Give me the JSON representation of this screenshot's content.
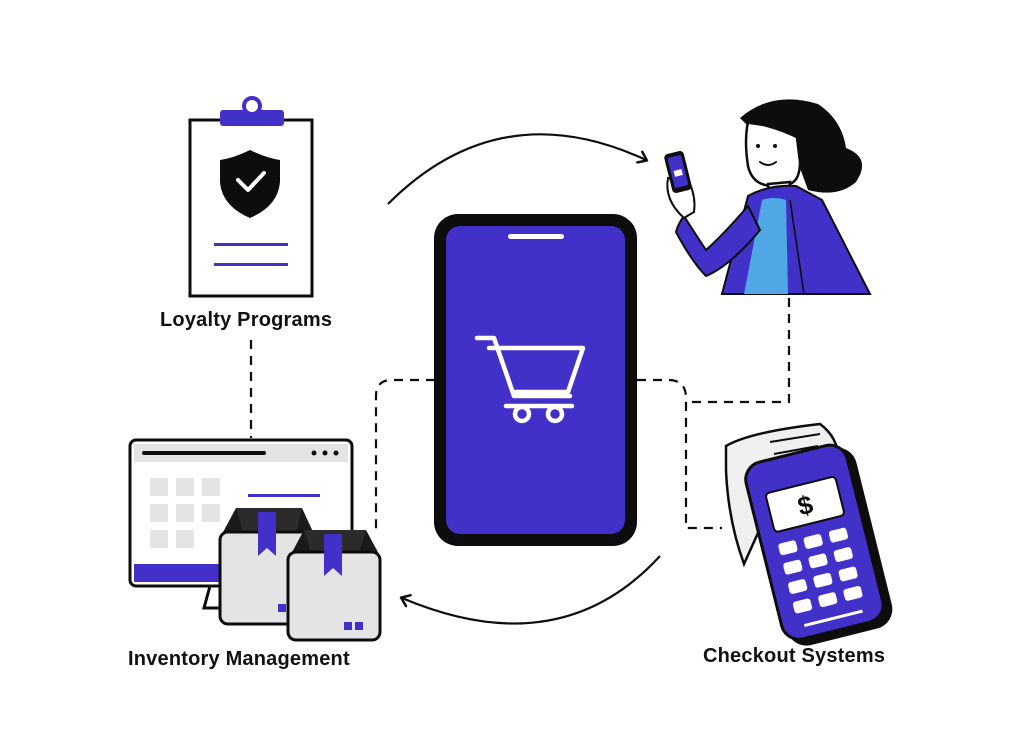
{
  "labels": {
    "loyalty": "Loyalty Programs",
    "inventory": "Inventory Management",
    "checkout": "Checkout Systems"
  },
  "icons": {
    "center": "shopping-cart-icon",
    "loyalty": "shield-check-icon",
    "checkout": "payment-terminal-icon",
    "inventory": "monitor-and-boxes-icon",
    "customer": "woman-with-phone-icon"
  },
  "terminal": {
    "currency_symbol": "$"
  },
  "colors": {
    "brand": "#4131C9",
    "brand_dark": "#2E22A0",
    "ink": "#0D0D0D",
    "shirt": "#4FA7E3",
    "box": "#E4E4E4",
    "paper": "#EFEFEF"
  }
}
